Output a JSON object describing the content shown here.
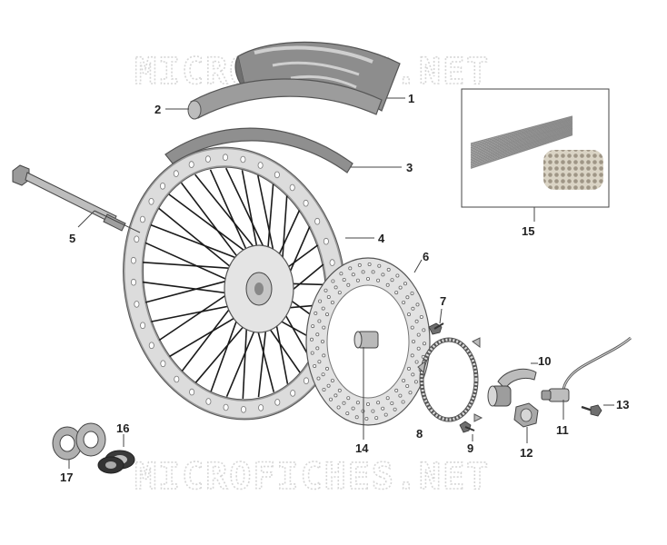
{
  "watermark": {
    "text": "MICROFICHES.NET"
  },
  "callouts": {
    "c1": "1",
    "c2": "2",
    "c3": "3",
    "c4": "4",
    "c5": "5",
    "c6": "6",
    "c7": "7",
    "c8": "8",
    "c9": "9",
    "c10": "10",
    "c11": "11",
    "c12": "12",
    "c13": "13",
    "c14": "14",
    "c15": "15",
    "c16": "16",
    "c17": "17"
  }
}
